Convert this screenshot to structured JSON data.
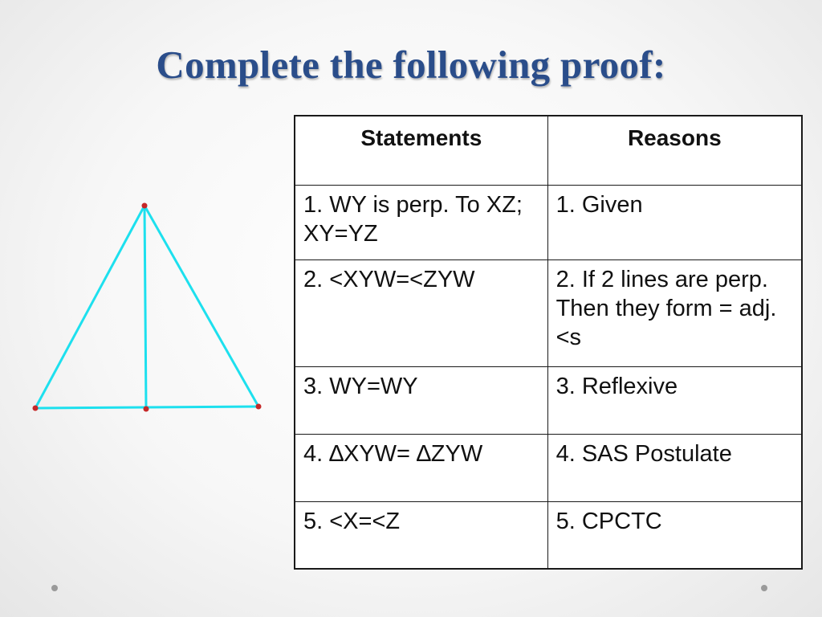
{
  "slide": {
    "title": "Complete the following proof:"
  },
  "table": {
    "headers": {
      "statements": "Statements",
      "reasons": "Reasons"
    },
    "rows": [
      {
        "statement": "1. WY is perp. To XZ; XY=YZ",
        "reason": "1. Given"
      },
      {
        "statement": "2. <XYW=<ZYW",
        "reason": "2. If 2 lines are perp. Then they form = adj. <s"
      },
      {
        "statement": "3. WY=WY",
        "reason": "3. Reflexive"
      },
      {
        "statement": "4. ∆XYW= ∆ZYW",
        "reason": "4. SAS Postulate"
      },
      {
        "statement": "5. <X=<Z",
        "reason": "5. CPCTC"
      }
    ]
  },
  "colors": {
    "title": "#2a4d8a",
    "triangle_lines": "#1de0ee",
    "vertex_points": "#c62828",
    "table_border": "#1a1a1a"
  }
}
